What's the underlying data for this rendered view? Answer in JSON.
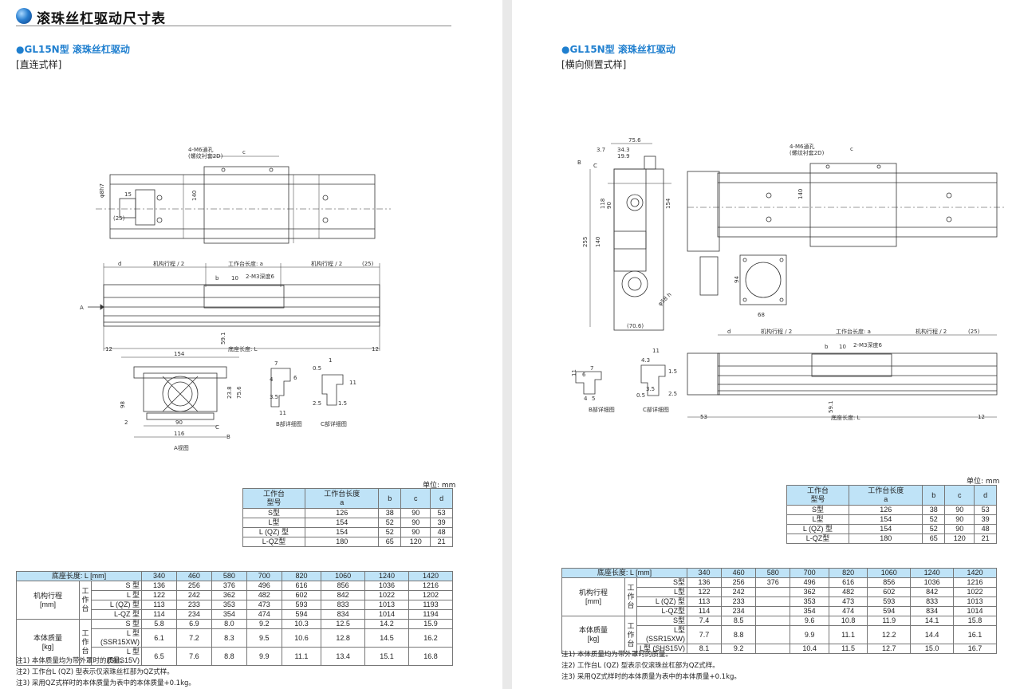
{
  "page_title": "滚珠丝杠驱动尺寸表",
  "left": {
    "model_title": "●GL15N型 滚珠丝杠驱动",
    "style_label": "[直连式样]",
    "drawing_labels": {
      "hole": "4-M6通孔",
      "hole_sub": "(螺纹衬套2D)",
      "c": "c",
      "d": "d",
      "stroke_half_left": "机构行程 / 2",
      "table_len_a": "工作台长度: a",
      "stroke_half_right": "机构行程 / 2",
      "dim_25": "(25)",
      "b": "b",
      "dim_10": "10",
      "m3": "2-M3深度6",
      "a_arrow": "A",
      "dim_12a": "12",
      "dim_12b": "12",
      "base_len": "底座长度: L",
      "dim_59_1": "59.1",
      "dim_154": "154",
      "dim_140": "140",
      "dim_15": "15",
      "dim_25b": "(25)",
      "dim_phi": "φ8h7",
      "dim_90": "90",
      "dim_116": "116",
      "dim_98": "98",
      "dim_23_8": "23.8",
      "dim_75_6": "75.6",
      "dim_2": "2",
      "c_mark": "C",
      "b_mark": "B",
      "a_view": "A视图",
      "b_detail": "B部详细图",
      "c_detail": "C部详细图",
      "d7": "7",
      "d4": "4",
      "d3_5": "3.5",
      "d6": "6",
      "d11": "11",
      "d1": "1",
      "d0_5": "0.5",
      "d2_5": "2.5",
      "d1_5": "1.5",
      "d11b": "11"
    },
    "unit": "单位: mm",
    "small_table": {
      "headers": [
        "工作台\n型号",
        "工作台长度\na",
        "b",
        "c",
        "d"
      ],
      "rows": [
        [
          "S型",
          "126",
          "38",
          "90",
          "53"
        ],
        [
          "L型",
          "154",
          "52",
          "90",
          "39"
        ],
        [
          "L (QZ) 型",
          "154",
          "52",
          "90",
          "48"
        ],
        [
          "L-QZ型",
          "180",
          "65",
          "120",
          "21"
        ]
      ]
    },
    "spec_table": {
      "base_label": "底座长度: L [mm]",
      "lengths": [
        "340",
        "460",
        "580",
        "700",
        "820",
        "1060",
        "1240",
        "1420"
      ],
      "stroke_label": "机构行程\n[mm]",
      "mass_label": "本体质量\n[kg]",
      "table_label": "工\n作\n台",
      "stroke_rows": [
        {
          "name": "S 型",
          "values": [
            "136",
            "256",
            "376",
            "496",
            "616",
            "856",
            "1036",
            "1216"
          ]
        },
        {
          "name": "L 型",
          "values": [
            "122",
            "242",
            "362",
            "482",
            "602",
            "842",
            "1022",
            "1202"
          ]
        },
        {
          "name": "L (QZ) 型",
          "values": [
            "113",
            "233",
            "353",
            "473",
            "593",
            "833",
            "1013",
            "1193"
          ]
        },
        {
          "name": "L-QZ 型",
          "values": [
            "114",
            "234",
            "354",
            "474",
            "594",
            "834",
            "1014",
            "1194"
          ]
        }
      ],
      "mass_rows": [
        {
          "name": "S 型",
          "values": [
            "5.8",
            "6.9",
            "8.0",
            "9.2",
            "10.3",
            "12.5",
            "14.2",
            "15.9"
          ]
        },
        {
          "name": "L 型 (SSR15XW)",
          "values": [
            "6.1",
            "7.2",
            "8.3",
            "9.5",
            "10.6",
            "12.8",
            "14.5",
            "16.2"
          ]
        },
        {
          "name": "L 型 (SHS15V)",
          "values": [
            "6.5",
            "7.6",
            "8.8",
            "9.9",
            "11.1",
            "13.4",
            "15.1",
            "16.8"
          ]
        }
      ]
    },
    "notes": [
      "注1) 本体质量均为带外罩时的质量。",
      "注2) 工作台L (QZ) 型表示仅滚珠丝杠部为QZ式样。",
      "注3) 采用QZ式样时的本体质量为表中的本体质量+0.1kg。"
    ]
  },
  "right": {
    "model_title": "●GL15N型 滚珠丝杠驱动",
    "style_label": "[横向侧置式样]",
    "drawing_labels": {
      "d75_6": "75.6",
      "d34_3": "34.3",
      "d3_7": "3.7",
      "d19_9": "19.9",
      "b_mark": "B",
      "c_mark": "C",
      "d118": "118",
      "d90": "90",
      "d154": "154",
      "d255": "255",
      "d140": "140",
      "d70_6": "(70.6)",
      "phi58": "φ58 h",
      "d68": "68",
      "d94": "94",
      "hole": "4-M6通孔",
      "hole_sub": "(螺纹衬套2D)",
      "c": "c",
      "d140b": "140",
      "d": "d",
      "stroke_half_left": "机构行程 / 2",
      "table_len_a": "工作台长度: a",
      "stroke_half_right": "机构行程 / 2",
      "dim_25": "(25)",
      "b": "b",
      "dim_10": "10",
      "m3": "2-M3深度6",
      "dim_53": "53",
      "dim_12": "12",
      "base_len": "底座长度: L",
      "dim_59_1": "59.1",
      "b_detail": "B部详细图",
      "c_detail": "C部详细图",
      "d11": "11",
      "d7": "7",
      "d4_3": "4.3",
      "d1_5": "1.5",
      "d6": "6",
      "d4": "4",
      "d5": "5",
      "d0_5": "0.5",
      "d3_5": "3.5",
      "d2_5": "2.5",
      "d11b": "11"
    },
    "unit": "单位: mm",
    "small_table": {
      "headers": [
        "工作台\n型号",
        "工作台长度\na",
        "b",
        "c",
        "d"
      ],
      "rows": [
        [
          "S型",
          "126",
          "38",
          "90",
          "53"
        ],
        [
          "L型",
          "154",
          "52",
          "90",
          "39"
        ],
        [
          "L (QZ) 型",
          "154",
          "52",
          "90",
          "48"
        ],
        [
          "L-QZ型",
          "180",
          "65",
          "120",
          "21"
        ]
      ]
    },
    "spec_table": {
      "base_label": "底座长度: L [mm]",
      "lengths": [
        "340",
        "460",
        "580",
        "700",
        "820",
        "1060",
        "1240",
        "1420"
      ],
      "stroke_label": "机构行程\n[mm]",
      "mass_label": "本体质量\n[kg]",
      "table_label": "工\n作\n台",
      "stroke_rows": [
        {
          "name": "S型",
          "values": [
            "136",
            "256",
            "376",
            "496",
            "616",
            "856",
            "1036",
            "1216"
          ]
        },
        {
          "name": "L型",
          "values": [
            "122",
            "242",
            "",
            "362",
            "482",
            "602",
            "842",
            "1022"
          ]
        },
        {
          "name": "L (QZ) 型",
          "values": [
            "113",
            "233",
            "",
            "353",
            "473",
            "593",
            "833",
            "1013"
          ]
        },
        {
          "name": "L-QZ型",
          "values": [
            "114",
            "234",
            "",
            "354",
            "474",
            "594",
            "834",
            "1014"
          ]
        }
      ],
      "mass_rows": [
        {
          "name": "S型",
          "values": [
            "7.4",
            "8.5",
            "",
            "9.6",
            "10.8",
            "11.9",
            "14.1",
            "15.8"
          ]
        },
        {
          "name": "L型(SSR15XW)",
          "values": [
            "7.7",
            "8.8",
            "",
            "9.9",
            "11.1",
            "12.2",
            "14.4",
            "16.1"
          ]
        },
        {
          "name": "L型 (SHS15V)",
          "values": [
            "8.1",
            "9.2",
            "",
            "10.4",
            "11.5",
            "12.7",
            "15.0",
            "16.7"
          ]
        }
      ]
    },
    "notes": [
      "注1) 本体质量均为带外罩时的质量。",
      "注2) 工作台L (QZ) 型表示仅滚珠丝杠部为QZ式样。",
      "注3) 采用QZ式样时的本体质量为表中的本体质量+0.1kg。"
    ]
  }
}
